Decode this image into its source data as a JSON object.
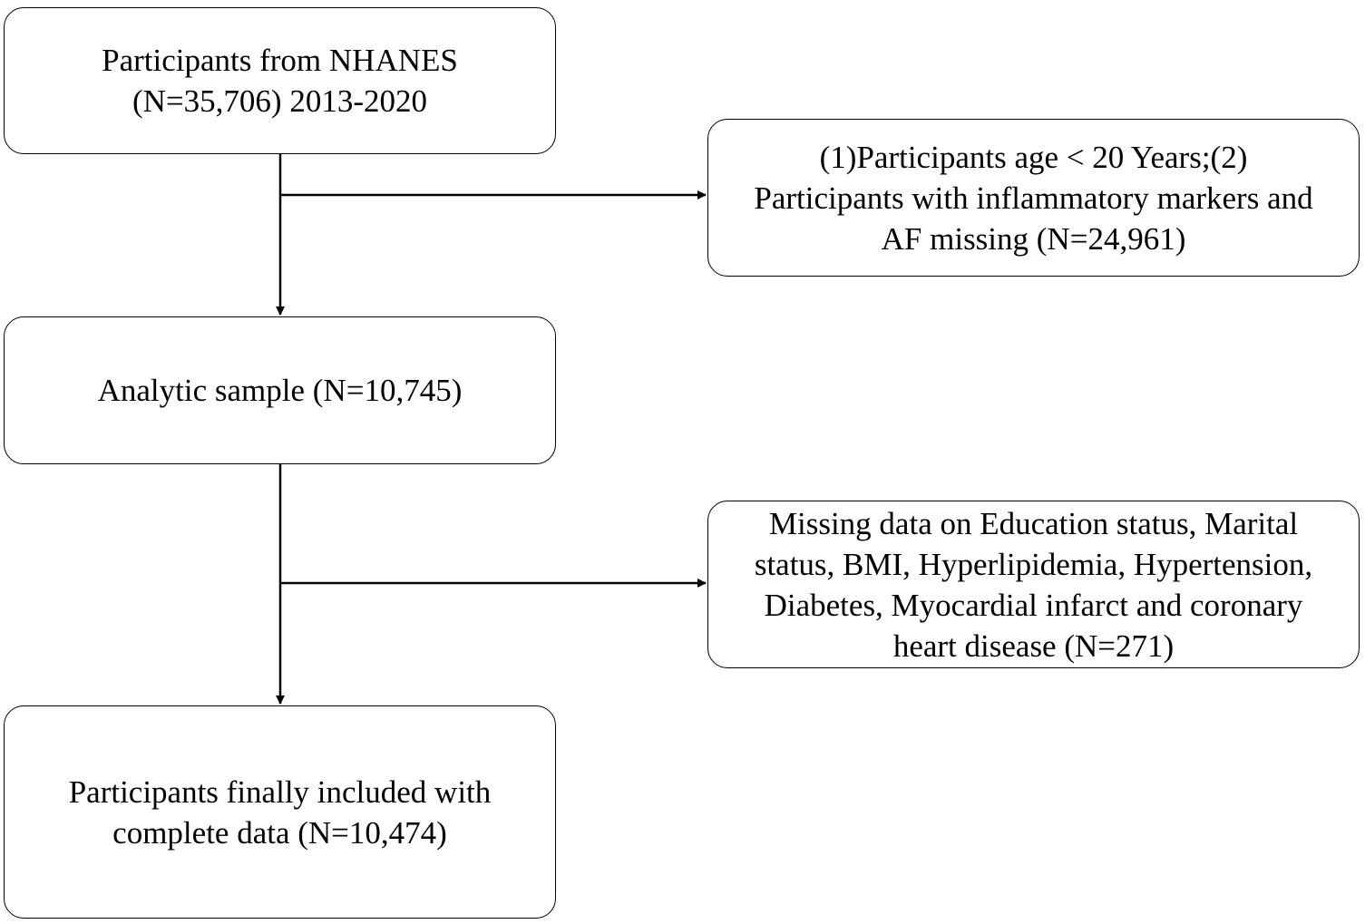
{
  "boxes": {
    "nhanes": {
      "line1": "Participants from NHANES",
      "line2": "(N=35,706) 2013-2020"
    },
    "exclusion1": {
      "line1": "(1)Participants age < 20 Years;(2)",
      "line2": "Participants with inflammatory markers and",
      "line3": "AF missing (N=24,961)"
    },
    "analytic": {
      "line1": "Analytic sample (N=10,745)"
    },
    "exclusion2": {
      "line1": "Missing data on Education status, Marital",
      "line2": "status, BMI, Hyperlipidemia, Hypertension,",
      "line3": "Diabetes, Myocardial infarct and coronary",
      "line4": "heart disease (N=271)"
    },
    "final": {
      "line1": "Participants finally included with",
      "line2": "complete data (N=10,474)"
    }
  }
}
